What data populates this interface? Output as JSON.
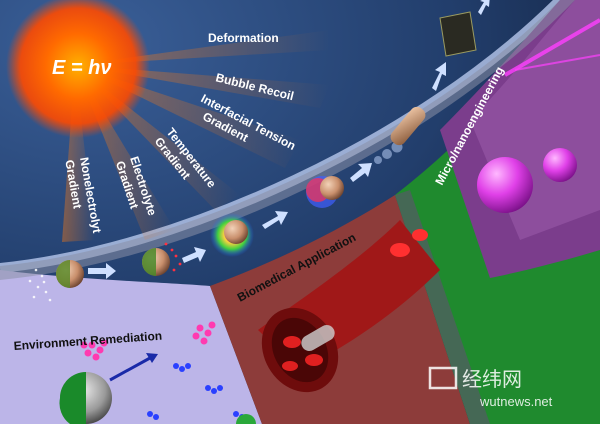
{
  "sun": {
    "formula": "E = hν"
  },
  "mechanisms": {
    "deformation": "Deformation",
    "bubble_recoil": "Bubble Recoil",
    "interfacial_tension": [
      "Interfacial Tension",
      "Gradient"
    ],
    "temperature": [
      "Temperature",
      "Gradient"
    ],
    "electrolyte": [
      "Electrolyte",
      "Gradient"
    ],
    "nonelectrolyte": [
      "Nonelectrolyt",
      "Gradient"
    ]
  },
  "applications": {
    "micro_nano": "Micro/nanoengineering",
    "biomedical": "Biomedical Application",
    "environment": "Environment Remediation"
  },
  "watermark": {
    "brand": "经纬网",
    "url": "wutnews.net"
  },
  "colors": {
    "sun_core": "#ff5a00",
    "background": "#1e3a66",
    "env_band": "#b9b3e6",
    "bio_band": "#8a3a38",
    "micro_band": "#7a3a8a",
    "green_band": "#1f8a2e"
  }
}
